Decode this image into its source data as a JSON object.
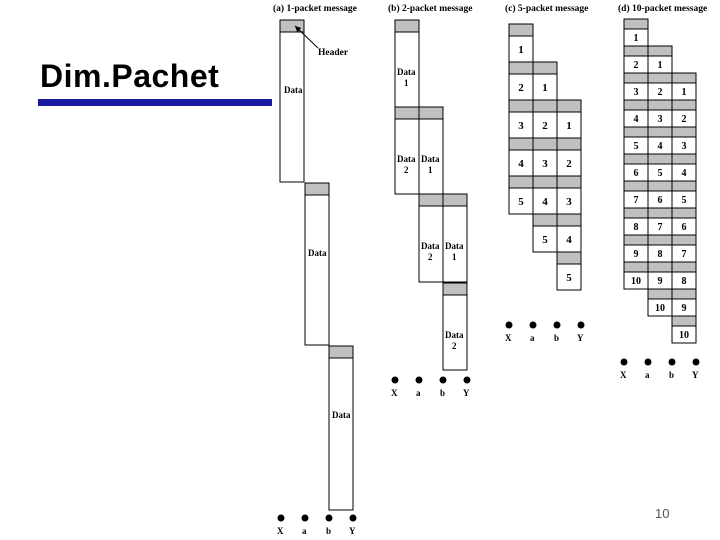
{
  "title": "Dim.Pachet",
  "page_number": "10",
  "headings": {
    "a": "(a) 1-packet message",
    "b": "(b) 2-packet message",
    "c": "(c) 5-packet message",
    "d": "(d) 10-packet message"
  },
  "labels": {
    "header": "Header",
    "data": "Data",
    "data1_line1": "Data",
    "data1_line2": "1",
    "data2_line1": "Data",
    "data2_line2": "2"
  },
  "nodes": [
    "X",
    "a",
    "b",
    "Y"
  ],
  "panel_c_rows": [
    [
      "1"
    ],
    [
      "2",
      "1"
    ],
    [
      "3",
      "2",
      "1"
    ],
    [
      "4",
      "3",
      "2"
    ],
    [
      "5",
      "4",
      "3"
    ],
    [
      "5",
      "4"
    ],
    [
      "5"
    ]
  ],
  "panel_d_rows": [
    [
      "1"
    ],
    [
      "2",
      "1"
    ],
    [
      "3",
      "2",
      "1"
    ],
    [
      "4",
      "3",
      "2"
    ],
    [
      "5",
      "4",
      "3"
    ],
    [
      "6",
      "5",
      "4"
    ],
    [
      "7",
      "6",
      "5"
    ],
    [
      "8",
      "7",
      "6"
    ],
    [
      "9",
      "8",
      "7"
    ],
    [
      "10",
      "9",
      "8"
    ],
    [
      "10",
      "9"
    ],
    [
      "10"
    ]
  ]
}
